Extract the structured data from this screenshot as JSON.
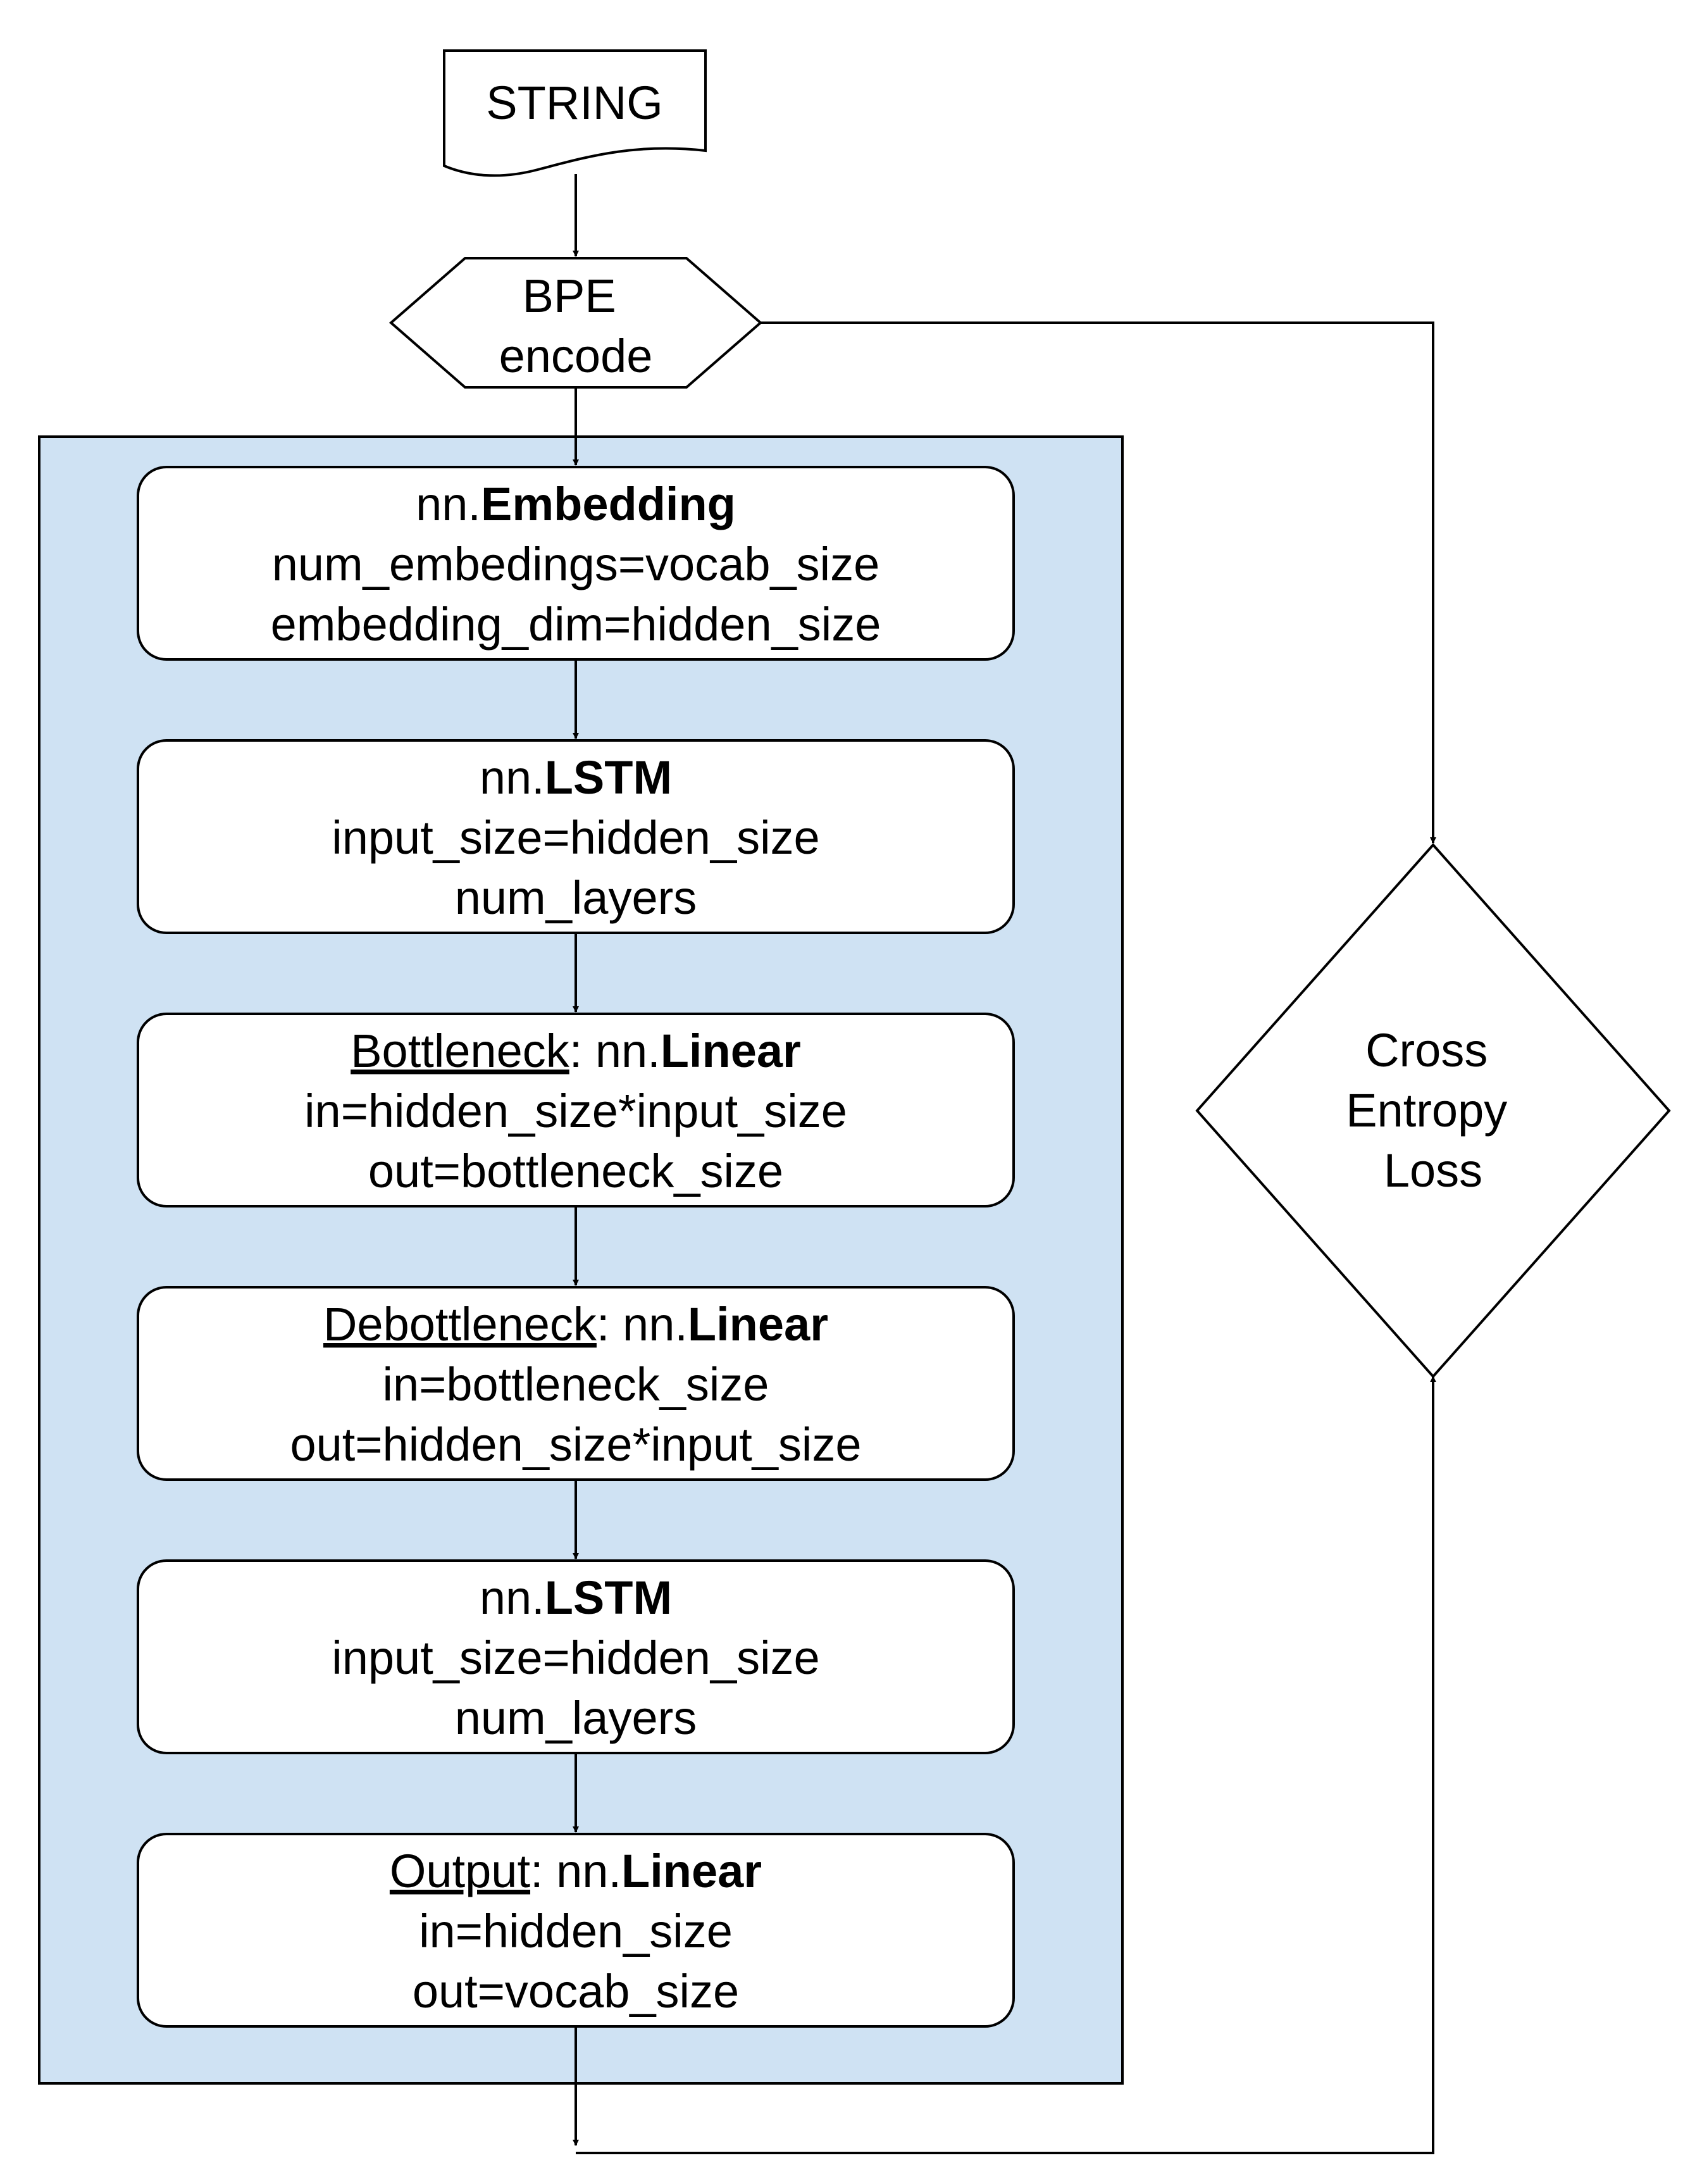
{
  "colors": {
    "container_fill": "#cfe2f3",
    "node_fill": "#ffffff",
    "stroke": "#000000",
    "text": "#000000"
  },
  "input": {
    "label": "STRING"
  },
  "bpe": {
    "line1": "BPE",
    "line2": "encode"
  },
  "loss": {
    "line1": "Cross",
    "line2": "Entropy",
    "line3": "Loss"
  },
  "layers": [
    {
      "prefix": "",
      "sep": "",
      "module": "nn.",
      "type": "Embedding",
      "param1": "num_embedings=vocab_size",
      "param2": "embedding_dim=hidden_size"
    },
    {
      "prefix": "",
      "sep": "",
      "module": "nn.",
      "type": "LSTM",
      "param1": "input_size=hidden_size",
      "param2": "num_layers"
    },
    {
      "prefix": "Bottleneck",
      "sep": ": ",
      "module": "nn.",
      "type": "Linear",
      "param1": "in=hidden_size*input_size",
      "param2": "out=bottleneck_size"
    },
    {
      "prefix": "Debottleneck",
      "sep": ": ",
      "module": "nn.",
      "type": "Linear",
      "param1": "in=bottleneck_size",
      "param2": "out=hidden_size*input_size"
    },
    {
      "prefix": "",
      "sep": "",
      "module": "nn.",
      "type": "LSTM",
      "param1": "input_size=hidden_size",
      "param2": "num_layers"
    },
    {
      "prefix": "Output",
      "sep": ": ",
      "module": "nn.",
      "type": "Linear",
      "param1": "in=hidden_size",
      "param2": "out=vocab_size"
    }
  ]
}
